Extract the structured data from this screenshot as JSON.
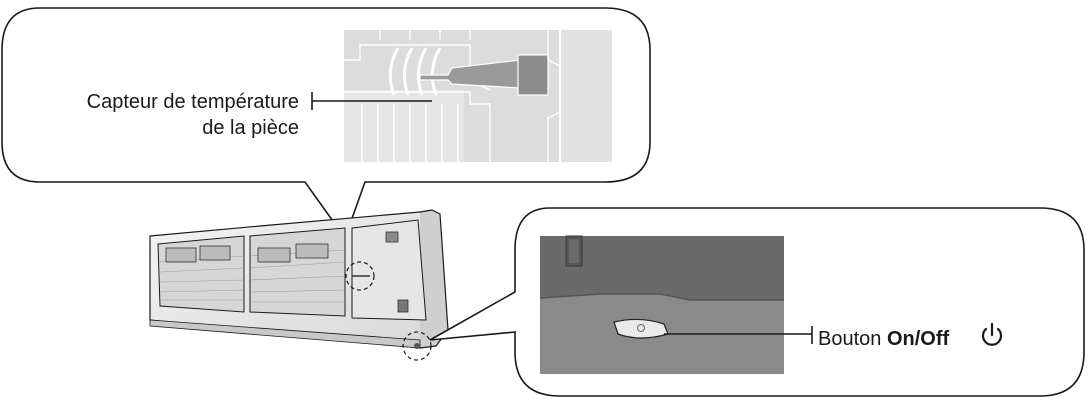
{
  "callouts": {
    "sensor": {
      "line1": "Capteur de température",
      "line2": "de la pièce"
    },
    "button": {
      "prefix": "Bouton ",
      "bold": "On/Off",
      "icon": "power-icon"
    }
  },
  "colors": {
    "outline": "#1a1a1a",
    "panel_gray": "#6e6e6e",
    "light_gray": "#d9d9d9",
    "text": "#1a1a1a"
  }
}
